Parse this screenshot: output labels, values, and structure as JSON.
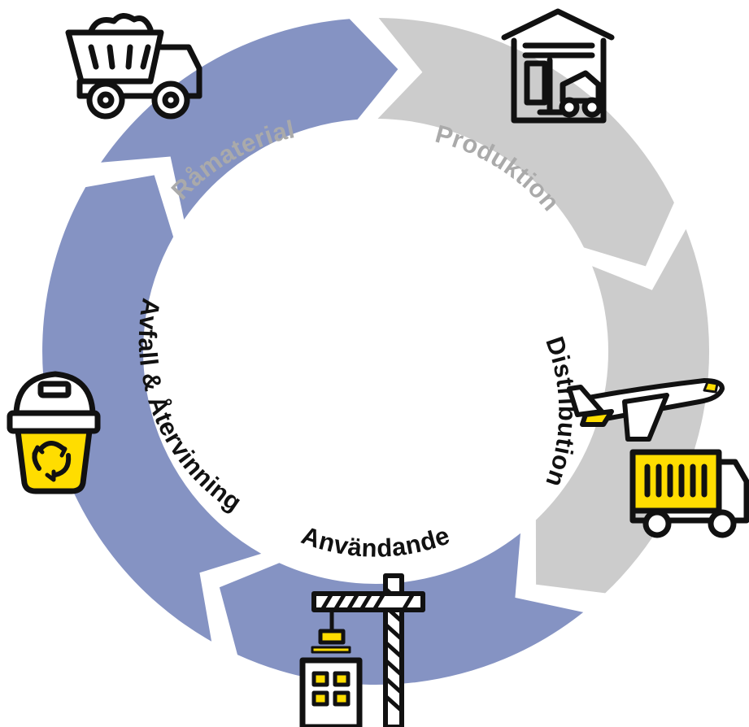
{
  "colors": {
    "grey": "#cccccc",
    "grey_text": "#aaaaaa",
    "blue": "#8593c3",
    "yellow": "#ffdd00",
    "black": "#111111",
    "white": "#ffffff"
  },
  "segments": [
    {
      "label": "Råmaterial",
      "color": "grey"
    },
    {
      "label": "Produktion",
      "color": "grey"
    },
    {
      "label": "Distribution",
      "color": "blue"
    },
    {
      "label": "Användande",
      "color": "blue"
    },
    {
      "label": "Avfall & Återvinning",
      "color": "blue"
    }
  ],
  "icons": [
    {
      "name": "dump-truck-icon",
      "stage": "Råmaterial"
    },
    {
      "name": "warehouse-forklift-icon",
      "stage": "Produktion"
    },
    {
      "name": "airplane-icon",
      "stage": "Distribution"
    },
    {
      "name": "delivery-truck-icon",
      "stage": "Distribution"
    },
    {
      "name": "construction-crane-icon",
      "stage": "Användande"
    },
    {
      "name": "recycling-bin-icon",
      "stage": "Avfall & Återvinning"
    }
  ]
}
